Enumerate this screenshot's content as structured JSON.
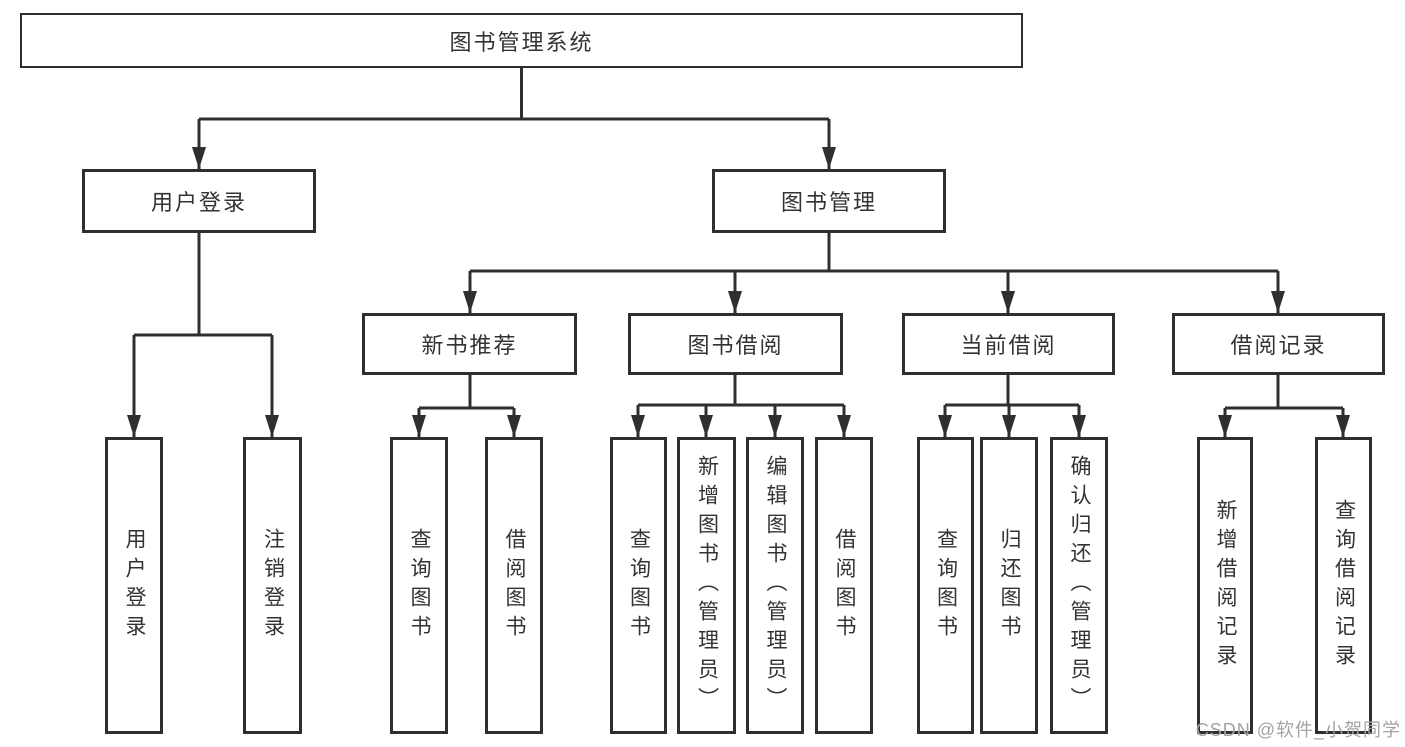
{
  "diagram": {
    "title": "图书管理系统",
    "root": {
      "label": "图书管理系统"
    },
    "level2": [
      {
        "label": "用户登录"
      },
      {
        "label": "图书管理"
      }
    ],
    "level3": [
      {
        "label": "新书推荐",
        "parent": "图书管理"
      },
      {
        "label": "图书借阅",
        "parent": "图书管理"
      },
      {
        "label": "当前借阅",
        "parent": "图书管理"
      },
      {
        "label": "借阅记录",
        "parent": "图书管理"
      }
    ],
    "leaves": [
      {
        "label": "用户登录",
        "parent": "用户登录"
      },
      {
        "label": "注销登录",
        "parent": "用户登录"
      },
      {
        "label": "查询图书",
        "parent": "新书推荐"
      },
      {
        "label": "借阅图书",
        "parent": "新书推荐"
      },
      {
        "label": "查询图书",
        "parent": "图书借阅"
      },
      {
        "label": "新增图书（管理员）",
        "parent": "图书借阅"
      },
      {
        "label": "编辑图书（管理员）",
        "parent": "图书借阅"
      },
      {
        "label": "借阅图书",
        "parent": "图书借阅"
      },
      {
        "label": "查询图书",
        "parent": "当前借阅"
      },
      {
        "label": "归还图书",
        "parent": "当前借阅"
      },
      {
        "label": "确认归还（管理员）",
        "parent": "当前借阅"
      },
      {
        "label": "新增借阅记录",
        "parent": "借阅记录"
      },
      {
        "label": "查询借阅记录",
        "parent": "借阅记录"
      }
    ],
    "colors": {
      "line": "#2f2f2f",
      "text": "#333333",
      "background": "#ffffff",
      "watermark": "#a3a3a3"
    },
    "watermark": "CSDN @软件_小贺同学"
  }
}
